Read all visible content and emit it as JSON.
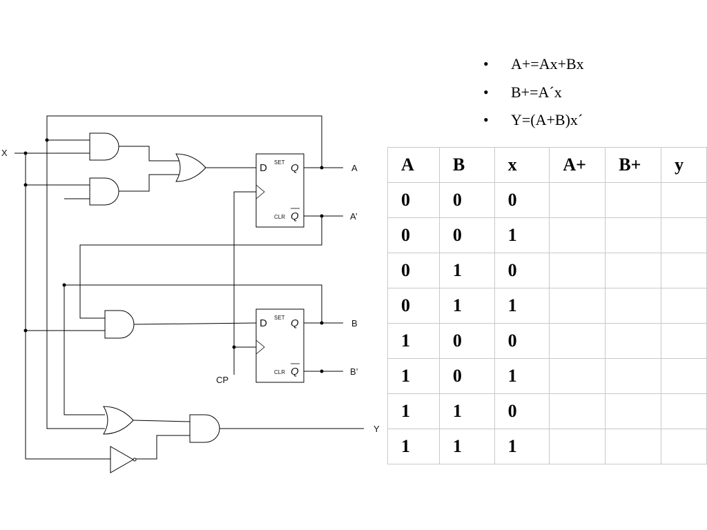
{
  "equations": [
    "A+=Ax+Bx",
    "B+=A´x",
    "Y=(A+B)x´"
  ],
  "bullet": "•",
  "circuit": {
    "input_label": "X",
    "clock_label": "CP",
    "output_A": "A",
    "output_A_not": "A’",
    "output_B": "B",
    "output_B_not": "B’",
    "output_Y": "Y",
    "ff_d_label": "D",
    "ff_q_label": "Q",
    "ff_set_label": "SET",
    "ff_clr_label": "CLR"
  },
  "truth_table": {
    "headers": [
      "A",
      "B",
      "x",
      "A+",
      "B+",
      "y"
    ],
    "rows": [
      [
        "0",
        "0",
        "0",
        "",
        "",
        ""
      ],
      [
        "0",
        "0",
        "1",
        "",
        "",
        ""
      ],
      [
        "0",
        "1",
        "0",
        "",
        "",
        ""
      ],
      [
        "0",
        "1",
        "1",
        "",
        "",
        ""
      ],
      [
        "1",
        "0",
        "0",
        "",
        "",
        ""
      ],
      [
        "1",
        "0",
        "1",
        "",
        "",
        ""
      ],
      [
        "1",
        "1",
        "0",
        "",
        "",
        ""
      ],
      [
        "1",
        "1",
        "1",
        "",
        "",
        ""
      ]
    ]
  }
}
